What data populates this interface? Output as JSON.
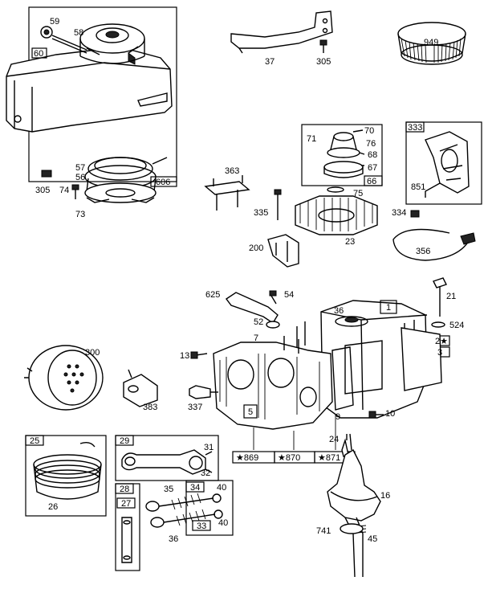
{
  "parts": [
    {
      "id": "p59",
      "label": "59"
    },
    {
      "id": "p58",
      "label": "58"
    },
    {
      "id": "p60",
      "label": "60"
    },
    {
      "id": "p37",
      "label": "37"
    },
    {
      "id": "p305a",
      "label": "305"
    },
    {
      "id": "p949",
      "label": "949"
    },
    {
      "id": "p57",
      "label": "57"
    },
    {
      "id": "p56",
      "label": "56"
    },
    {
      "id": "p305b",
      "label": "305"
    },
    {
      "id": "p74",
      "label": "74"
    },
    {
      "id": "p73",
      "label": "73"
    },
    {
      "id": "p606",
      "label": "606"
    },
    {
      "id": "p363",
      "label": "363"
    },
    {
      "id": "p335",
      "label": "335"
    },
    {
      "id": "p200",
      "label": "200"
    },
    {
      "id": "p23",
      "label": "23"
    },
    {
      "id": "p71",
      "label": "71"
    },
    {
      "id": "p70",
      "label": "70"
    },
    {
      "id": "p76",
      "label": "76"
    },
    {
      "id": "p68",
      "label": "68"
    },
    {
      "id": "p67",
      "label": "67"
    },
    {
      "id": "p66",
      "label": "66"
    },
    {
      "id": "p75",
      "label": "75"
    },
    {
      "id": "p333",
      "label": "333"
    },
    {
      "id": "p851",
      "label": "851"
    },
    {
      "id": "p334",
      "label": "334"
    },
    {
      "id": "p356",
      "label": "356"
    },
    {
      "id": "p625",
      "label": "625"
    },
    {
      "id": "p54",
      "label": "54"
    },
    {
      "id": "p52",
      "label": "52"
    },
    {
      "id": "p7",
      "label": "7"
    },
    {
      "id": "p13",
      "label": "13"
    },
    {
      "id": "p300",
      "label": "300"
    },
    {
      "id": "p383",
      "label": "383"
    },
    {
      "id": "p337",
      "label": "337"
    },
    {
      "id": "p5",
      "label": "5"
    },
    {
      "id": "p9",
      "label": "9"
    },
    {
      "id": "p869",
      "label": "★869"
    },
    {
      "id": "p870",
      "label": "★870"
    },
    {
      "id": "p871",
      "label": "★871"
    },
    {
      "id": "p36top",
      "label": "36"
    },
    {
      "id": "p1",
      "label": "1"
    },
    {
      "id": "p21",
      "label": "21"
    },
    {
      "id": "p524",
      "label": "524"
    },
    {
      "id": "p2",
      "label": "2★"
    },
    {
      "id": "p3",
      "label": "3"
    },
    {
      "id": "p10",
      "label": "10"
    },
    {
      "id": "p24",
      "label": "24"
    },
    {
      "id": "p25",
      "label": "25"
    },
    {
      "id": "p26",
      "label": "26"
    },
    {
      "id": "p29",
      "label": "29"
    },
    {
      "id": "p31",
      "label": "31"
    },
    {
      "id": "p32",
      "label": "32"
    },
    {
      "id": "p28",
      "label": "28"
    },
    {
      "id": "p27",
      "label": "27"
    },
    {
      "id": "p35",
      "label": "35"
    },
    {
      "id": "p34",
      "label": "34"
    },
    {
      "id": "p40a",
      "label": "40"
    },
    {
      "id": "p36",
      "label": "36"
    },
    {
      "id": "p33",
      "label": "33"
    },
    {
      "id": "p40b",
      "label": "40"
    },
    {
      "id": "p16",
      "label": "16"
    },
    {
      "id": "p741",
      "label": "741"
    },
    {
      "id": "p45",
      "label": "45"
    }
  ]
}
